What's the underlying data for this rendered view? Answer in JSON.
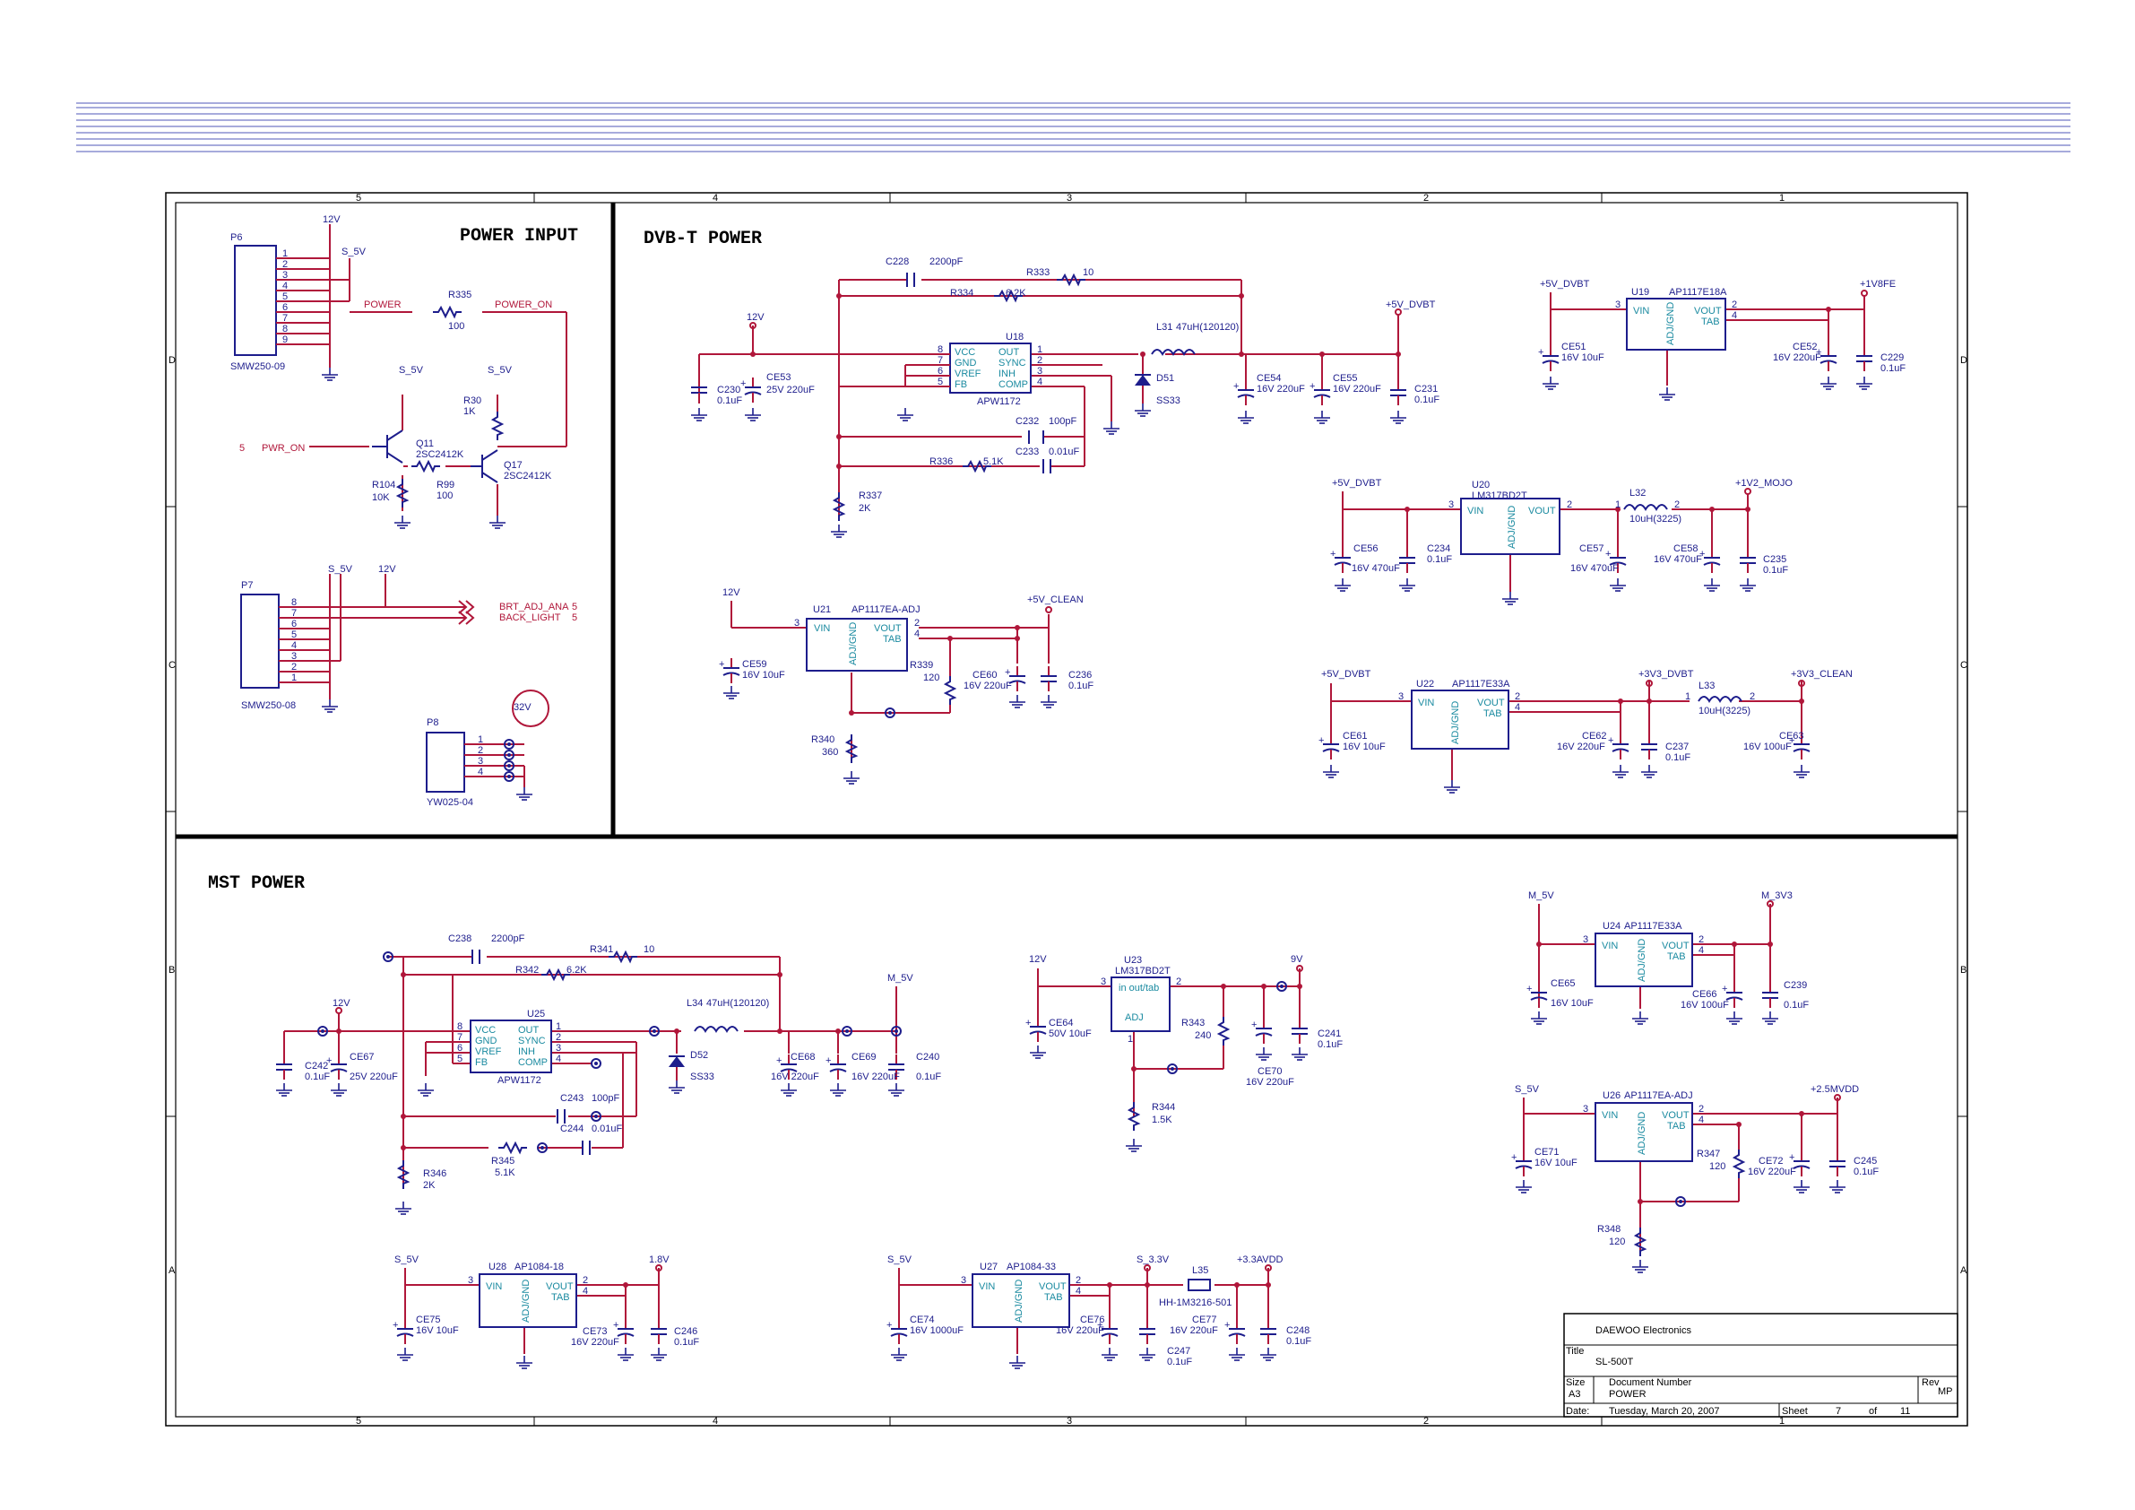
{
  "sections": {
    "power_input": "POWER INPUT",
    "dvbt_power": "DVB-T POWER",
    "mst_power": "MST POWER"
  },
  "border_columns": [
    "5",
    "4",
    "3",
    "2",
    "1"
  ],
  "border_rows": [
    "D",
    "C",
    "B",
    "A"
  ],
  "title_block": {
    "company": "DAEWOO Electronics",
    "title_label": "Title",
    "title": "SL-500T",
    "size_label": "Size",
    "size": "A3",
    "docnum_label": "Document Number",
    "docnum": "POWER",
    "rev_label": "Rev",
    "rev": "MP",
    "date_label": "Date:",
    "date": "Tuesday, March 20, 2007",
    "sheet_label": "Sheet",
    "sheet": "7",
    "of_label": "of",
    "total": "11"
  },
  "power_input": {
    "p6": {
      "ref": "P6",
      "part": "SMW250-09",
      "pins": [
        "1",
        "2",
        "3",
        "4",
        "5",
        "6",
        "7",
        "8",
        "9"
      ]
    },
    "rail_12v": "12V",
    "rail_s5v": "S_5V",
    "power_net": "POWER",
    "r335": "R335",
    "r335v": "100",
    "power_on": "POWER_ON",
    "q11": "Q11",
    "q11p": "2SC2412K",
    "q17": "Q17",
    "q17p": "2SC2412K",
    "r30": "R30",
    "r30v": "1K",
    "r104": "R104",
    "r104v": "10K",
    "r99": "R99",
    "r99v": "100",
    "pwr_on": "PWR_ON",
    "pwr_on_port": "5",
    "s5v_a": "S_5V",
    "s5v_b": "S_5V",
    "p7": {
      "ref": "P7",
      "part": "SMW250-08",
      "pins": [
        "8",
        "7",
        "6",
        "5",
        "4",
        "3",
        "2",
        "1"
      ]
    },
    "p7_s5v": "S_5V",
    "p7_12v": "12V",
    "brt": "BRT_ADJ_ANA",
    "brt_port": "5",
    "backlight": "BACK_LIGHT",
    "backlight_port": "5",
    "p8": {
      "ref": "P8",
      "part": "YW025-04",
      "pins": [
        "1",
        "2",
        "3",
        "4"
      ]
    },
    "v32": "32V"
  },
  "dvbt": {
    "c228": "C228",
    "c228v": "2200pF",
    "r333": "R333",
    "r333v": "10",
    "r334": "R334",
    "r334v": "6.2K",
    "v12": "12V",
    "u18": "U18",
    "u18p": "APW1172",
    "u18_left": [
      "VCC",
      "GND",
      "VREF",
      "FB"
    ],
    "u18_right": [
      "OUT",
      "SYNC",
      "INH",
      "COMP"
    ],
    "u18_lpins": [
      "8",
      "7",
      "6",
      "5"
    ],
    "u18_rpins": [
      "1",
      "2",
      "3",
      "4"
    ],
    "c230": "C230",
    "c230v": "0.1uF",
    "ce53": "CE53",
    "ce53v": "25V 220uF",
    "l31": "L31",
    "l31v": "47uH(120120)",
    "d51": "D51",
    "d51p": "SS33",
    "v5dvbt": "+5V_DVBT",
    "ce54": "CE54",
    "ce54v": "16V 220uF",
    "ce55": "CE55",
    "ce55v": "16V 220uF",
    "c231": "C231",
    "c231v": "0.1uF",
    "c232": "C232",
    "c232v": "100pF",
    "c233": "C233",
    "c233v": "0.01uF",
    "r336": "R336",
    "r336v": "5.1K",
    "r337": "R337",
    "r337v": "2K",
    "u21_12v": "12V",
    "u21": "U21",
    "u21p": "AP1117EA-ADJ",
    "u21_v5clean": "+5V_CLEAN",
    "ce59": "CE59",
    "ce59v": "16V 10uF",
    "r339": "R339",
    "r339v": "120",
    "ce60": "CE60",
    "ce60v": "16V 220uF",
    "c236": "C236",
    "c236v": "0.1uF",
    "r340": "R340",
    "r340v": "360",
    "u19_in": "+5V_DVBT",
    "u19": "U19",
    "u19p": "AP1117E18A",
    "u19_out": "+1V8FE",
    "ce51": "CE51",
    "ce51v": "16V 10uF",
    "ce52": "CE52",
    "ce52v": "16V 220uF",
    "c229": "C229",
    "c229v": "0.1uF",
    "u20_in": "+5V_DVBT",
    "u20": "U20",
    "u20p": "LM317BD2T",
    "u20_out": "+1V2_MOJO",
    "ce56": "CE56",
    "ce56v": "16V 470uF",
    "c234": "C234",
    "c234v": "0.1uF",
    "l32": "L32",
    "l32v": "10uH(3225)",
    "ce57": "CE57",
    "ce57v": "16V 470uF",
    "ce58": "CE58",
    "ce58v": "16V 470uF",
    "c235": "C235",
    "c235v": "0.1uF",
    "u22_in": "+5V_DVBT",
    "u22": "U22",
    "u22p": "AP1117E33A",
    "u22_out": "+3V3_DVBT",
    "u22_clean": "+3V3_CLEAN",
    "ce61": "CE61",
    "ce61v": "16V 10uF",
    "ce62": "CE62",
    "ce62v": "16V 220uF",
    "c237": "C237",
    "c237v": "0.1uF",
    "l33": "L33",
    "l33v": "10uH(3225)",
    "ce63": "CE63",
    "ce63v": "16V 100uF"
  },
  "mst": {
    "c238": "C238",
    "c238v": "2200pF",
    "r341": "R341",
    "r341v": "10",
    "r342": "R342",
    "r342v": "6.2K",
    "v12": "12V",
    "u25": "U25",
    "u25p": "APW1172",
    "c242": "C242",
    "c242v": "0.1uF",
    "ce67": "CE67",
    "ce67v": "25V 220uF",
    "l34": "L34",
    "l34v": "47uH(120120)",
    "d52": "D52",
    "d52p": "SS33",
    "m5v": "M_5V",
    "ce68": "CE68",
    "ce68v": "16V 220uF",
    "ce69": "CE69",
    "ce69v": "16V 220uF",
    "c240": "C240",
    "c240v": "0.1uF",
    "c243": "C243",
    "c243v": "100pF",
    "c244": "C244",
    "c244v": "0.01uF",
    "r345": "R345",
    "r345v": "5.1K",
    "r346": "R346",
    "r346v": "2K",
    "u23_12v": "12V",
    "u23": "U23",
    "u23p": "LM317BD2T",
    "u23_pins": "in  out/tab",
    "u23_adj": "ADJ",
    "u23_9v": "9V",
    "ce64": "CE64",
    "ce64v": "50V 10uF",
    "r343": "R343",
    "r343v": "240",
    "ce70": "CE70",
    "ce70v": "16V 220uF",
    "c241": "C241",
    "c241v": "0.1uF",
    "r344": "R344",
    "r344v": "1.5K",
    "u24_in": "M_5V",
    "u24": "U24",
    "u24p": "AP1117E33A",
    "u24_out": "M_3V3",
    "ce65": "CE65",
    "ce65v": "16V 10uF",
    "ce66": "CE66",
    "ce66v": "16V 100uF",
    "c239": "C239",
    "c239v": "0.1uF",
    "u26_in": "S_5V",
    "u26": "U26",
    "u26p": "AP1117EA-ADJ",
    "u26_out": "+2.5MVDD",
    "ce71": "CE71",
    "ce71v": "16V 10uF",
    "r347": "R347",
    "r347v": "120",
    "ce72": "CE72",
    "ce72v": "16V 220uF",
    "c245": "C245",
    "c245v": "0.1uF",
    "r348": "R348",
    "r348v": "120",
    "u28_in": "S_5V",
    "u28": "U28",
    "u28p": "AP1084-18",
    "u28_out": "1.8V",
    "ce75": "CE75",
    "ce75v": "16V 10uF",
    "ce73": "CE73",
    "ce73v": "16V 220uF",
    "c246": "C246",
    "c246v": "0.1uF",
    "u27_in": "S_5V",
    "u27": "U27",
    "u27p": "AP1084-33",
    "u27_out": "S_3.3V",
    "u27_avdd": "+3.3AVDD",
    "l35": "L35",
    "l35p": "HH-1M3216-501",
    "ce74": "CE74",
    "ce74v": "16V 1000uF",
    "ce76": "CE76",
    "ce76v": "16V 220uF",
    "c247": "C247",
    "c247v": "0.1uF",
    "ce77": "CE77",
    "ce77v": "16V 220uF",
    "c248": "C248",
    "c248v": "0.1uF"
  },
  "reg_labels": {
    "vin": "VIN",
    "vout": "VOUT",
    "tab": "TAB",
    "adjgnd": "ADJ/GND"
  },
  "pin": {
    "p1": "1",
    "p2": "2",
    "p3": "3",
    "p4": "4"
  }
}
